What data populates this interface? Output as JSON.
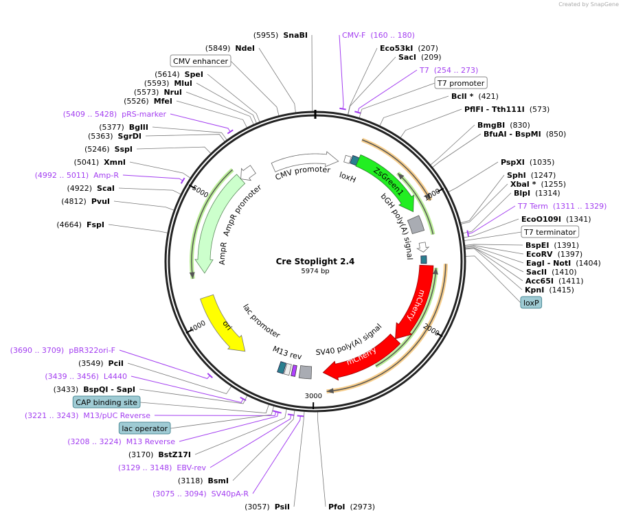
{
  "watermark": "Created by SnapGene",
  "plasmid": {
    "name": "Cre Stoplight 2.4",
    "length": "5974 bp"
  },
  "ticks": [
    "1000",
    "2000",
    "3000",
    "4000",
    "5000"
  ],
  "features": {
    "cmv_promoter": "CMV promoter",
    "loxH": "loxH",
    "zsgreen": "ZsGreen1",
    "bgh": "bGH poly(A) signal",
    "mcherry1": "mCherry",
    "mcherry2": "mCherry",
    "ori": "ori",
    "lac_promoter": "lac promoter",
    "m13_rev": "M13 rev",
    "sv40": "SV40 poly(A) signal",
    "ampr_promoter": "AmpR promoter",
    "ampr": "AmpR"
  },
  "colors": {
    "enzyme": "#000000",
    "primer": "#a23cf0",
    "feature_box_teal": "#9fcbd4",
    "zsgreen": "#22ee22",
    "mcherry": "#ff0000",
    "ori": "#ffff00",
    "ampr": "#ccffcc",
    "polyA": "#a9acb3",
    "orf_orange": "#f5b95a",
    "orf_green": "#9de86a"
  },
  "labels": [
    {
      "name": "SnaBI",
      "pos": "(5955)",
      "kind": "enzyme"
    },
    {
      "name": "NdeI",
      "pos": "(5849)",
      "kind": "enzyme"
    },
    {
      "name": "CMV enhancer",
      "kind": "feature"
    },
    {
      "name": "SpeI",
      "pos": "(5614)",
      "kind": "enzyme"
    },
    {
      "name": "MluI",
      "pos": "(5593)",
      "kind": "enzyme"
    },
    {
      "name": "NruI",
      "pos": "(5573)",
      "kind": "enzyme"
    },
    {
      "name": "MfeI",
      "pos": "(5526)",
      "kind": "enzyme"
    },
    {
      "name": "pRS-marker",
      "pos": "(5409 .. 5428)",
      "kind": "primer"
    },
    {
      "name": "BglII",
      "pos": "(5377)",
      "kind": "enzyme"
    },
    {
      "name": "SgrDI",
      "pos": "(5363)",
      "kind": "enzyme"
    },
    {
      "name": "SspI",
      "pos": "(5246)",
      "kind": "enzyme"
    },
    {
      "name": "XmnI",
      "pos": "(5041)",
      "kind": "enzyme"
    },
    {
      "name": "Amp-R",
      "pos": "(4992 .. 5011)",
      "kind": "primer"
    },
    {
      "name": "ScaI",
      "pos": "(4922)",
      "kind": "enzyme"
    },
    {
      "name": "PvuI",
      "pos": "(4812)",
      "kind": "enzyme"
    },
    {
      "name": "FspI",
      "pos": "(4664)",
      "kind": "enzyme"
    },
    {
      "name": "pBR322ori-F",
      "pos": "(3690 .. 3709)",
      "kind": "primer"
    },
    {
      "name": "PciI",
      "pos": "(3549)",
      "kind": "enzyme"
    },
    {
      "name": "L4440",
      "pos": "(3439 .. 3456)",
      "kind": "primer"
    },
    {
      "name": "BspQI  - SapI",
      "pos": "(3433)",
      "kind": "enzyme"
    },
    {
      "name": "CAP binding site",
      "kind": "feature-teal"
    },
    {
      "name": "M13/pUC Reverse",
      "pos": "(3221 .. 3243)",
      "kind": "primer"
    },
    {
      "name": "lac operator",
      "kind": "feature-teal"
    },
    {
      "name": "M13 Reverse",
      "pos": "(3208 .. 3224)",
      "kind": "primer"
    },
    {
      "name": "BstZ17I",
      "pos": "(3170)",
      "kind": "enzyme"
    },
    {
      "name": "EBV-rev",
      "pos": "(3129 .. 3148)",
      "kind": "primer"
    },
    {
      "name": "BsmI",
      "pos": "(3118)",
      "kind": "enzyme"
    },
    {
      "name": "SV40pA-R",
      "pos": "(3075 .. 3094)",
      "kind": "primer"
    },
    {
      "name": "PsiI",
      "pos": "(3057)",
      "kind": "enzyme"
    },
    {
      "name": "PfoI",
      "pos": "(2973)",
      "kind": "enzyme"
    },
    {
      "name": "CMV-F",
      "pos": "(160 .. 180)",
      "kind": "primer"
    },
    {
      "name": "Eco53kI",
      "pos": "(207)",
      "kind": "enzyme"
    },
    {
      "name": "SacI",
      "pos": "(209)",
      "kind": "enzyme"
    },
    {
      "name": "T7",
      "pos": "(254 .. 273)",
      "kind": "primer"
    },
    {
      "name": "T7 promoter",
      "kind": "feature"
    },
    {
      "name": "BclI *",
      "pos": "(421)",
      "kind": "enzyme"
    },
    {
      "name": "PflFI  - Tth111I",
      "pos": "(573)",
      "kind": "enzyme"
    },
    {
      "name": "BmgBI",
      "pos": "(830)",
      "kind": "enzyme"
    },
    {
      "name": "BfuAI  - BspMI",
      "pos": "(850)",
      "kind": "enzyme"
    },
    {
      "name": "PspXI",
      "pos": "(1035)",
      "kind": "enzyme"
    },
    {
      "name": "SphI",
      "pos": "(1247)",
      "kind": "enzyme"
    },
    {
      "name": "XbaI *",
      "pos": "(1255)",
      "kind": "enzyme"
    },
    {
      "name": "BlpI",
      "pos": "(1314)",
      "kind": "enzyme"
    },
    {
      "name": "T7 Term",
      "pos": "(1311 .. 1329)",
      "kind": "primer"
    },
    {
      "name": "EcoO109I",
      "pos": "(1341)",
      "kind": "enzyme"
    },
    {
      "name": "T7 terminator",
      "kind": "feature"
    },
    {
      "name": "BspEI",
      "pos": "(1391)",
      "kind": "enzyme"
    },
    {
      "name": "EcoRV",
      "pos": "(1397)",
      "kind": "enzyme"
    },
    {
      "name": "EagI  - NotI",
      "pos": "(1404)",
      "kind": "enzyme"
    },
    {
      "name": "SacII",
      "pos": "(1410)",
      "kind": "enzyme"
    },
    {
      "name": "Acc65I",
      "pos": "(1411)",
      "kind": "enzyme"
    },
    {
      "name": "KpnI",
      "pos": "(1415)",
      "kind": "enzyme"
    },
    {
      "name": "loxP",
      "kind": "feature-teal"
    }
  ]
}
